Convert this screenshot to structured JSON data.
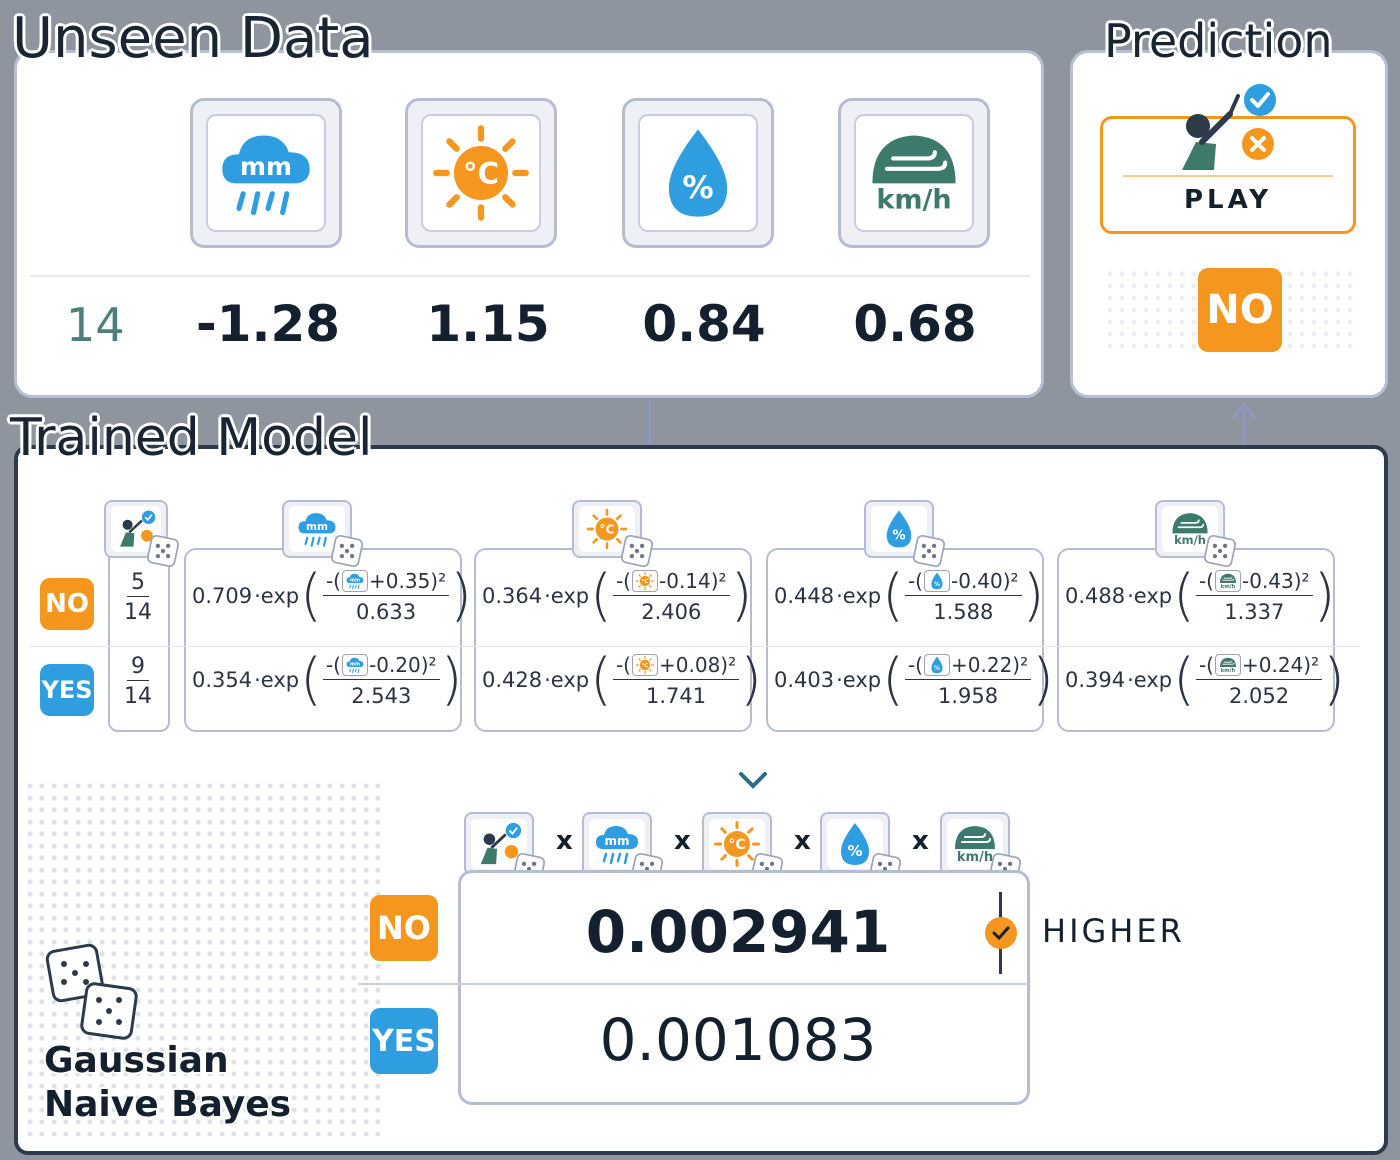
{
  "unseen": {
    "title": "Unseen Data",
    "row_id": "14",
    "values": [
      "-1.28",
      "1.15",
      "0.84",
      "0.68"
    ]
  },
  "features": [
    {
      "name": "rain",
      "icon": "rain-mm-icon",
      "text": "mm",
      "color": "#2e9ee0"
    },
    {
      "name": "temperature",
      "icon": "sun-celsius-icon",
      "text": "°C",
      "color": "#f5961f"
    },
    {
      "name": "humidity",
      "icon": "drop-percent-icon",
      "text": "%",
      "color": "#2e9ee0"
    },
    {
      "name": "wind",
      "icon": "wind-kmh-icon",
      "text": "km/h",
      "color": "#3d7a6c"
    }
  ],
  "prediction": {
    "title": "Prediction",
    "label": "PLAY",
    "result": "NO"
  },
  "model": {
    "title": "Trained Model",
    "classes": [
      {
        "label": "NO",
        "prior_num": "5",
        "prior_den": "14",
        "formulas": [
          {
            "coef": "0.709",
            "shift": "+0.35)²",
            "den": "0.633"
          },
          {
            "coef": "0.364",
            "shift": "-0.14)²",
            "den": "2.406"
          },
          {
            "coef": "0.448",
            "shift": "-0.40)²",
            "den": "1.588"
          },
          {
            "coef": "0.488",
            "shift": "-0.43)²",
            "den": "1.337"
          }
        ]
      },
      {
        "label": "YES",
        "prior_num": "9",
        "prior_den": "14",
        "formulas": [
          {
            "coef": "0.354",
            "shift": "-0.20)²",
            "den": "2.543"
          },
          {
            "coef": "0.428",
            "shift": "+0.08)²",
            "den": "1.741"
          },
          {
            "coef": "0.403",
            "shift": "+0.22)²",
            "den": "1.958"
          },
          {
            "coef": "0.394",
            "shift": "+0.24)²",
            "den": "2.052"
          }
        ]
      }
    ],
    "exp_word": "·exp",
    "exp_prefix": "-("
  },
  "results": {
    "no_label": "NO",
    "yes_label": "YES",
    "no_value": "0.002941",
    "yes_value": "0.001083",
    "higher_label": "HIGHER",
    "mult_sign": "x"
  },
  "brand": {
    "line1": "Gaussian",
    "line2": "Naive Bayes"
  },
  "colors": {
    "orange": "#f5961f",
    "blue": "#2e9ee0",
    "green": "#3d7a6c",
    "dark": "#2d3a4a",
    "border": "#b6bdd3"
  }
}
